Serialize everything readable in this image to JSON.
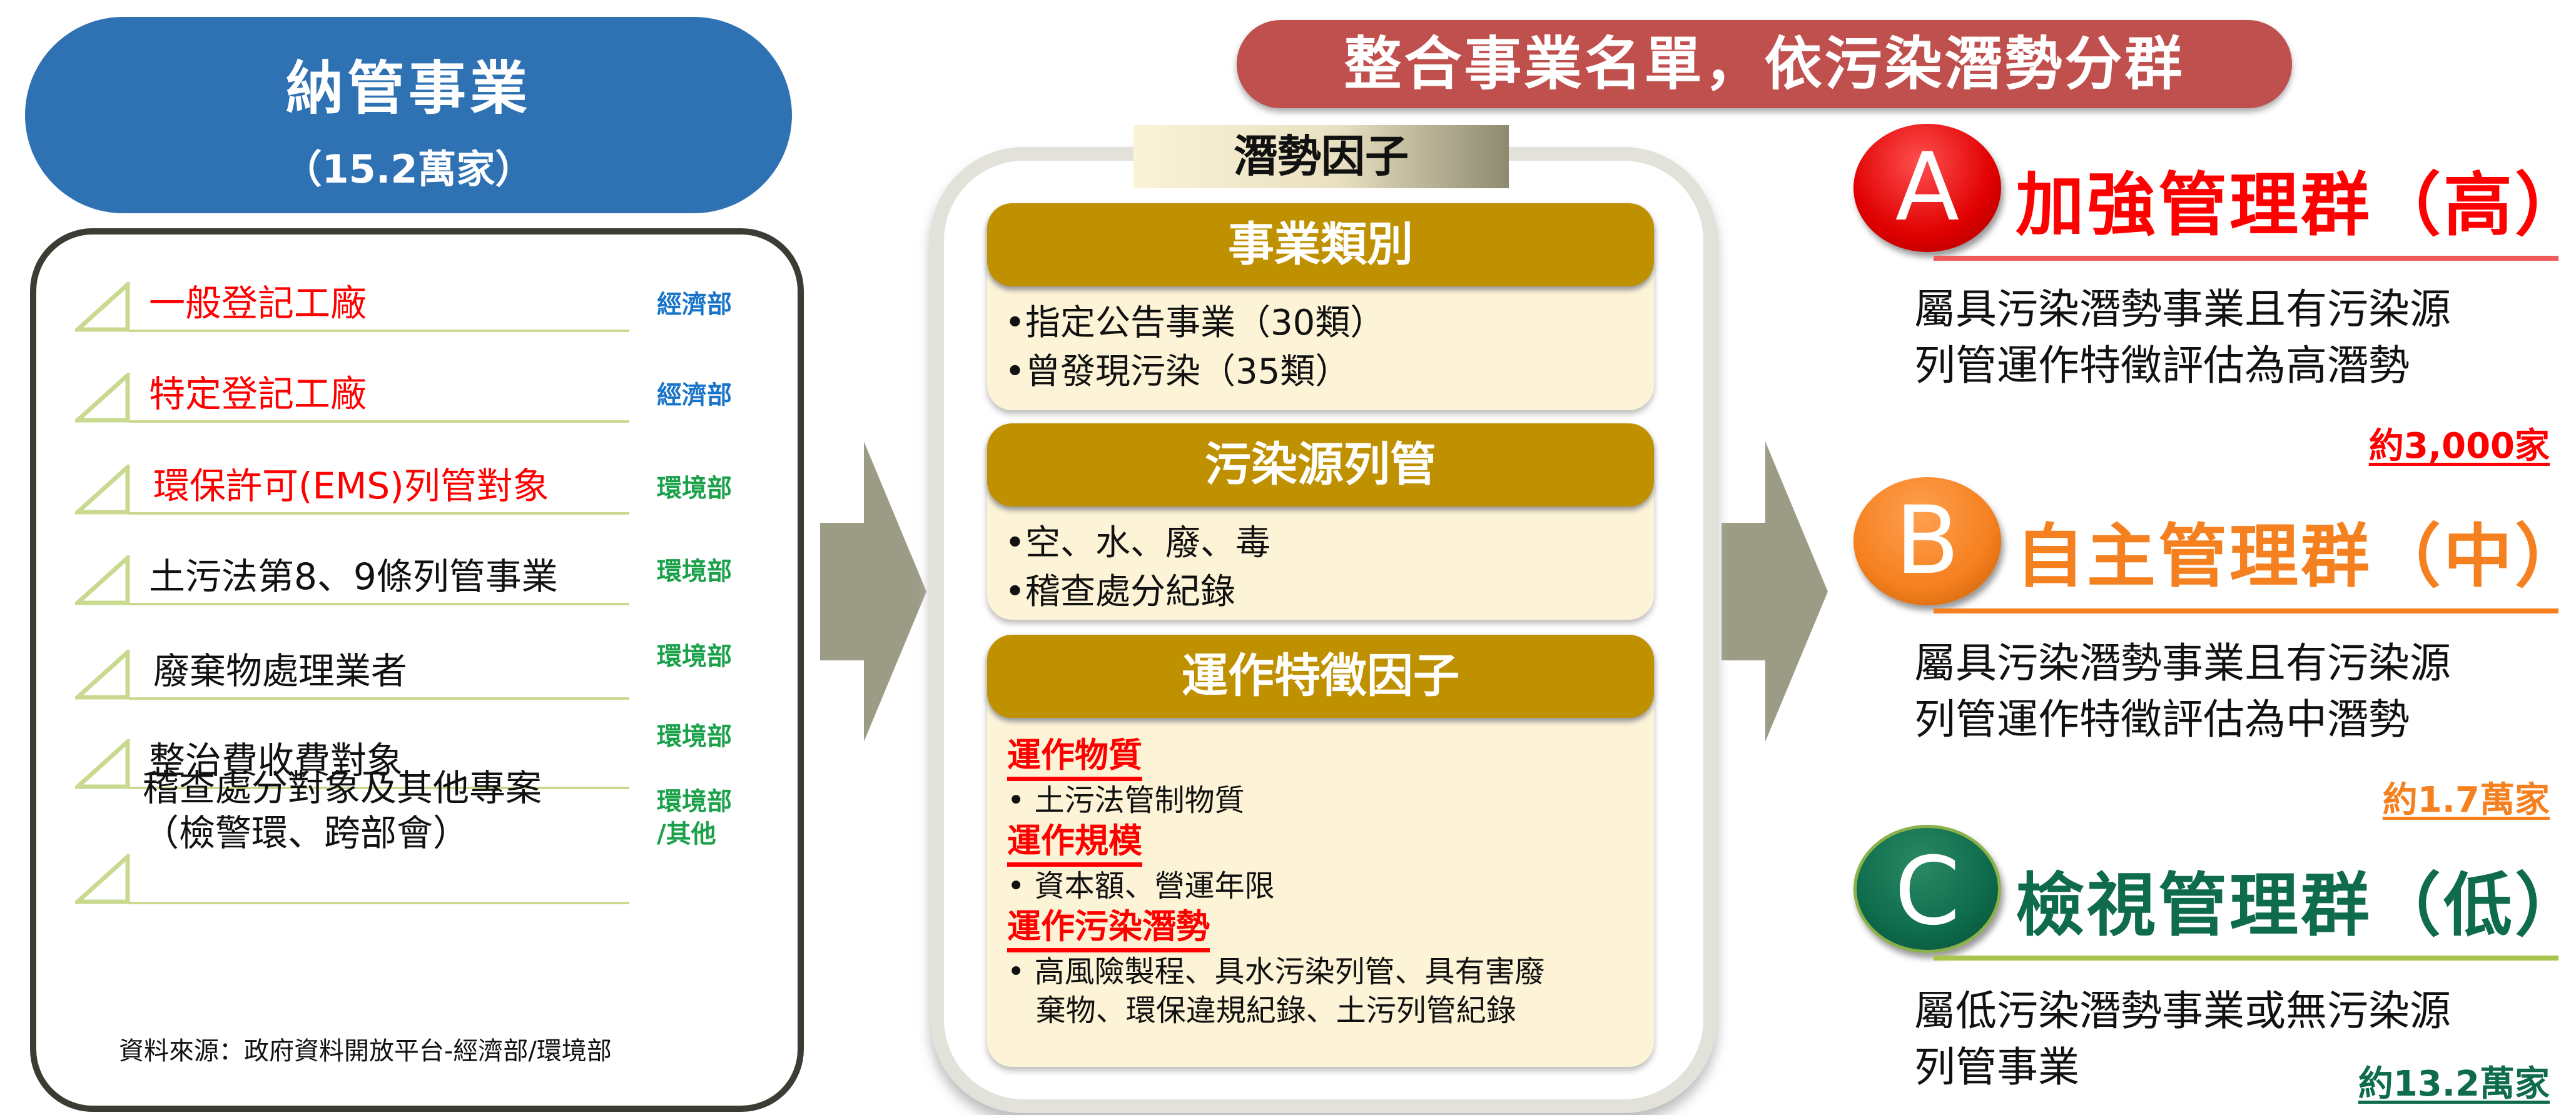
{
  "left": {
    "title": "納管事業",
    "subtitle": "（15.2萬家）",
    "items": [
      {
        "label": "一般登記工廠",
        "dept": "經濟部"
      },
      {
        "label": "特定登記工廠",
        "dept": "經濟部"
      },
      {
        "label": "環保許可(EMS)列管對象",
        "dept": "環境部"
      },
      {
        "label": "土污法第8、9條列管事業",
        "dept": "環境部"
      },
      {
        "label": "廢棄物處理業者",
        "dept": "環境部"
      },
      {
        "label": "整治費收費對象",
        "dept": "環境部"
      },
      {
        "label": "稽查處分對象及其他專案",
        "label2": "（檢警環、跨部會）",
        "dept": "環境部",
        "dept2": "/其他"
      }
    ],
    "source": "資料來源：政府資料開放平台-經濟部/環境部"
  },
  "middle": {
    "label": "潛勢因子",
    "cards": [
      {
        "header": "事業類別",
        "bullets": [
          "•指定公告事業（30類）",
          "•曾發現污染（35類）"
        ]
      },
      {
        "header": "污染源列管",
        "bullets": [
          "•空、水、廢、毒",
          "•稽查處分紀錄"
        ]
      },
      {
        "header": "運作特徵因子",
        "sections": [
          {
            "title": "運作物質",
            "bullets": [
              "• 土污法管制物質"
            ]
          },
          {
            "title": "運作規模",
            "bullets": [
              "• 資本額、營運年限"
            ]
          },
          {
            "title": "運作污染潛勢",
            "bullets": [
              "• 高風險製程、具水污染列管、具有害廢",
              "   棄物、環保違規紀錄、土污列管紀錄"
            ]
          }
        ]
      }
    ]
  },
  "right": {
    "title": "整合事業名單，依污染潛勢分群",
    "groups": [
      {
        "letter": "A",
        "title": "加強管理群（高）",
        "desc1": "屬具污染潛勢事業且有污染源",
        "desc2": "列管運作特徵評估為高潛勢",
        "count": "約3,000家",
        "color": "#ff0000"
      },
      {
        "letter": "B",
        "title": "自主管理群（中）",
        "desc1": "屬具污染潛勢事業且有污染源",
        "desc2": "列管運作特徵評估為中潛勢",
        "count": "約1.7萬家",
        "color": "#f5801f"
      },
      {
        "letter": "C",
        "title": "檢視管理群（低）",
        "desc1": "屬低污染潛勢事業或無污染源",
        "desc2": "列管事業",
        "count": "約13.2萬家",
        "color": "#0e6b4c"
      }
    ]
  }
}
